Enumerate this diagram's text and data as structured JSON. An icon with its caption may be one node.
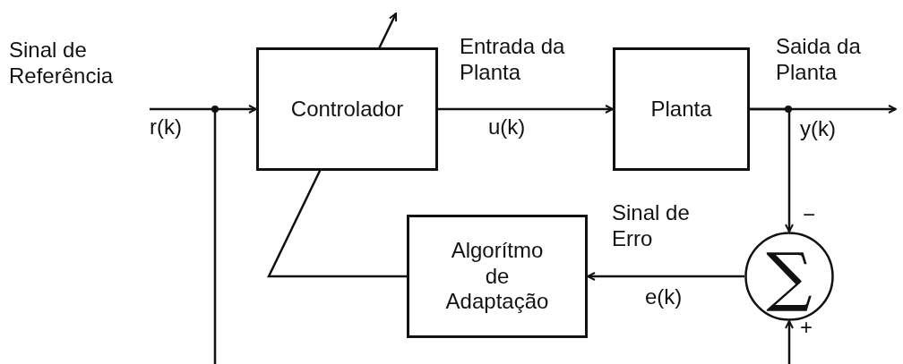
{
  "diagram": {
    "nodes": [
      {
        "text": [
          "Controlador"
        ]
      },
      {
        "text": [
          "Planta"
        ]
      },
      {
        "text": [
          "Algorítmo de Adaptação"
        ]
      },
      {
        "text": [
          "∑"
        ]
      }
    ],
    "edges": [
      {
        "from": null,
        "to": 0,
        "arrow": "to",
        "label": "r(k)"
      },
      {
        "from": 0,
        "to": 1,
        "arrow": "to",
        "label": "u(k)"
      },
      {
        "from": 1,
        "to": null,
        "arrow": "to",
        "label": "y(k)"
      },
      {
        "from": 1,
        "to": 3,
        "arrow": "to"
      },
      {
        "from": 3,
        "to": 2,
        "arrow": "to",
        "label": "e(k)"
      },
      {
        "from": null,
        "to": 3,
        "arrow": "to"
      },
      {
        "from": 2,
        "to": 0,
        "arrow": "to"
      }
    ],
    "labels": [
      "Sinal de Referência",
      "Entrada da Planta",
      "Saida da Planta",
      "−",
      "Sinal de Erro",
      "+"
    ]
  }
}
